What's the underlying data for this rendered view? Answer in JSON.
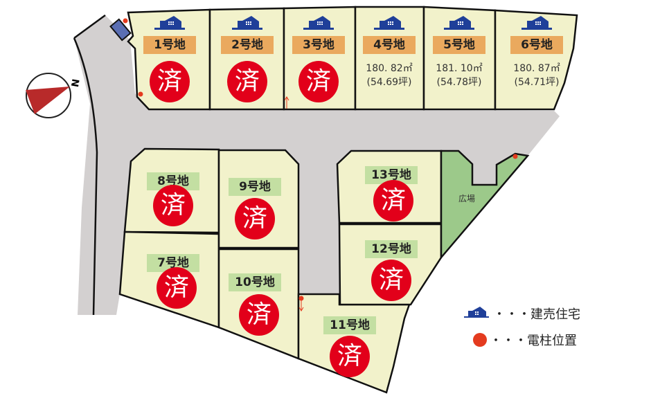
{
  "compass": {
    "label": "N"
  },
  "park": {
    "label": "広場"
  },
  "lots": [
    {
      "name": "1号地",
      "status": "済",
      "type": "built-house"
    },
    {
      "name": "2号地",
      "status": "済",
      "type": "built-house"
    },
    {
      "name": "3号地",
      "status": "済",
      "type": "built-house"
    },
    {
      "name": "4号地",
      "area": "180. 82㎡",
      "tsubo": "(54.69坪)",
      "type": "built-house"
    },
    {
      "name": "5号地",
      "area": "181. 10㎡",
      "tsubo": "(54.78坪)",
      "type": "built-house"
    },
    {
      "name": "6号地",
      "area": "180. 87㎡",
      "tsubo": "(54.71坪)",
      "type": "built-house"
    },
    {
      "name": "7号地",
      "status": "済"
    },
    {
      "name": "8号地",
      "status": "済"
    },
    {
      "name": "9号地",
      "status": "済"
    },
    {
      "name": "10号地",
      "status": "済"
    },
    {
      "name": "11号地",
      "status": "済"
    },
    {
      "name": "12号地",
      "status": "済"
    },
    {
      "name": "13号地",
      "status": "済"
    }
  ],
  "legend": {
    "house": "・・・建売住宅",
    "pole": "・・・電柱位置"
  },
  "colors": {
    "lot": "#f2f2cb",
    "road": "#d3d0d0",
    "park": "#9cc98a",
    "sold": "#e2001a",
    "house": "#1f3f99",
    "pole": "#e43b1f"
  }
}
